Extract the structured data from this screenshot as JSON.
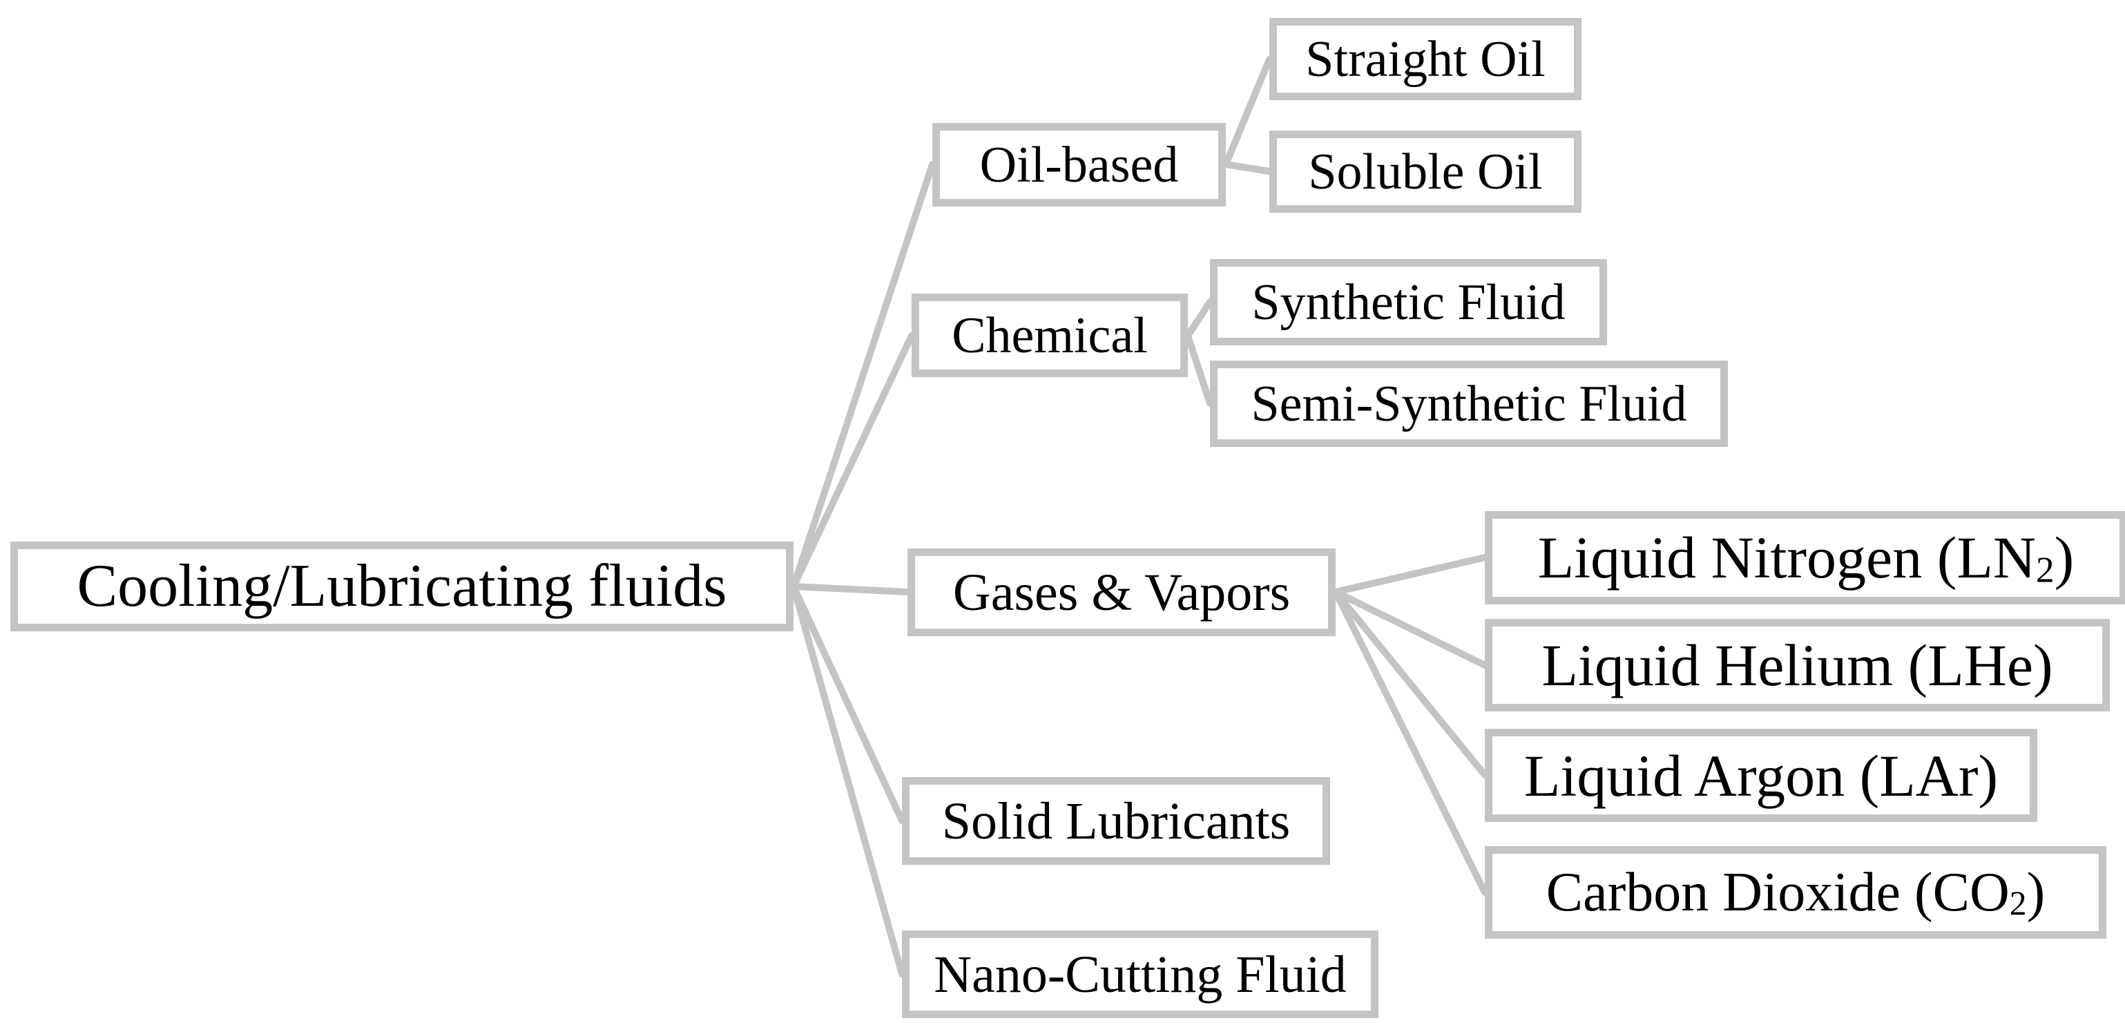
{
  "diagram": {
    "root": {
      "label": "Cooling/Lubricating fluids"
    },
    "categories": [
      {
        "label": "Oil-based",
        "children": [
          {
            "label": "Straight Oil"
          },
          {
            "label": "Soluble Oil"
          }
        ]
      },
      {
        "label": "Chemical",
        "children": [
          {
            "label": "Synthetic Fluid"
          },
          {
            "label": "Semi-Synthetic Fluid"
          }
        ]
      },
      {
        "label": "Gases & Vapors",
        "children": [
          {
            "label": "Liquid Nitrogen (LN",
            "sub": "2",
            "suffix": ")"
          },
          {
            "label": "Liquid Helium (LHe)"
          },
          {
            "label": "Liquid Argon (LAr)"
          },
          {
            "label": "Carbon Dioxide (CO",
            "sub": "2",
            "suffix": ")"
          }
        ]
      },
      {
        "label": "Solid Lubricants"
      },
      {
        "label": "Nano-Cutting Fluid"
      }
    ],
    "colors": {
      "connector": "#c4c4c4",
      "box_border": "#c4c4c4",
      "text": "#000000",
      "background": "#ffffff"
    }
  }
}
